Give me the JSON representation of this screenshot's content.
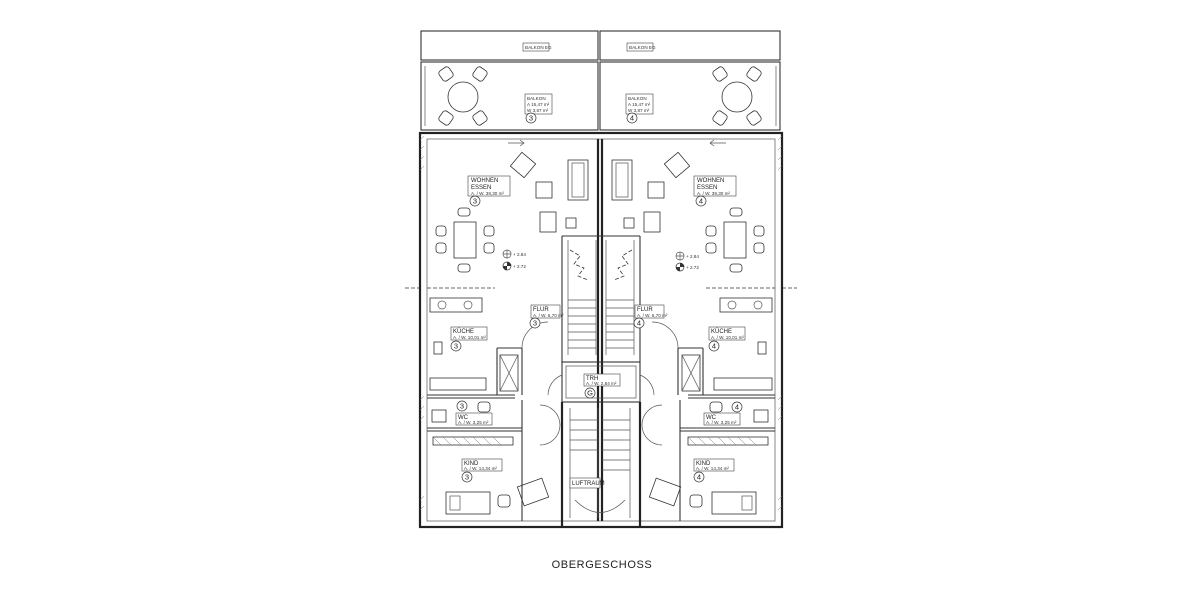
{
  "plan_title": "OBERGESCHOSS",
  "balcony_eg_left": "BALKON EG",
  "balcony_eg_right": "BALKON EG",
  "units": {
    "left": {
      "number": "3",
      "balkon": {
        "name": "BALKON",
        "area_a": "A    15,47 m²",
        "area_w": "W    3,87 m²"
      },
      "wohnen": {
        "name1": "WOHNEN",
        "name2": "ESSEN",
        "area": "A. / W.  39,30 m²"
      },
      "flur": {
        "name": "FLUR",
        "area": "A. / W.  6,70 m²"
      },
      "kueche": {
        "name": "KÜCHE",
        "area": "A. / W.  10,01 m²"
      },
      "wc": {
        "name": "WC",
        "area": "A. / W.  3,25 m²"
      },
      "kind": {
        "name": "KIND",
        "area": "A. / W.  14,34 m²"
      },
      "level1": "+ 2.84",
      "level2": "+ 2.72"
    },
    "right": {
      "number": "4",
      "balkon": {
        "name": "BALKON",
        "area_a": "A    15,47 m²",
        "area_w": "W    3,87 m²"
      },
      "wohnen": {
        "name1": "WOHNEN",
        "name2": "ESSEN",
        "area": "A. / W.  39,30 m²"
      },
      "flur": {
        "name": "FLUR",
        "area": "A. / W.  6,70 m²"
      },
      "kueche": {
        "name": "KÜCHE",
        "area": "A. / W.  10,01 m²"
      },
      "wc": {
        "name": "WC",
        "area": "A. / W.  3,25 m²"
      },
      "kind": {
        "name": "KIND",
        "area": "A. / W.  14,34 m²"
      },
      "level1": "+ 2.84",
      "level2": "+ 2.72"
    }
  },
  "stairwell": {
    "name": "TRH",
    "area": "A. / W.  2,84 m²",
    "number": "G",
    "luftraum": "LUFTRAUM"
  }
}
